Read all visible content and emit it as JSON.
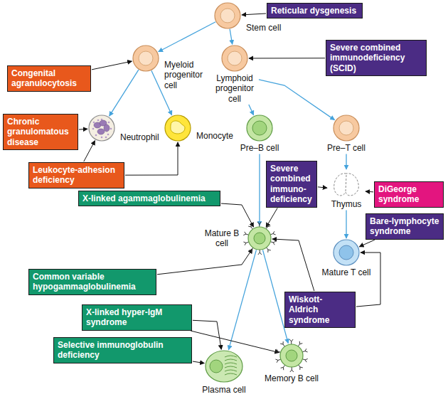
{
  "diagram": {
    "nodes": [
      {
        "text": [
          "Stem cell"
        ]
      },
      {
        "text": [
          "Reticular dysgenesis"
        ]
      },
      {
        "text": [
          "Myeloid progenitor cell"
        ]
      },
      {
        "text": [
          "Lymphoid progenitor cell"
        ]
      },
      {
        "text": [
          "Severe combined immunodeficiency (SCID)"
        ]
      },
      {
        "text": [
          "Congenital agranulocytosis"
        ]
      },
      {
        "text": [
          "Chronic granulomatous disease"
        ]
      },
      {
        "text": [
          "Neutrophil"
        ]
      },
      {
        "text": [
          "Monocyte"
        ]
      },
      {
        "text": [
          "Pre–B cell"
        ]
      },
      {
        "text": [
          "Pre–T cell"
        ]
      },
      {
        "text": [
          "Leukocyte-adhesion deficiency"
        ]
      },
      {
        "text": [
          "X-linked agammaglobulinemia"
        ]
      },
      {
        "text": [
          "Severe combined immuno-deficiency"
        ]
      },
      {
        "text": [
          "DiGeorge syndrome"
        ]
      },
      {
        "text": [
          "Thymus"
        ]
      },
      {
        "text": [
          "Bare-lymphocyte syndrome"
        ]
      },
      {
        "text": [
          "Mature B cell"
        ]
      },
      {
        "text": [
          "Mature T cell"
        ]
      },
      {
        "text": [
          "Common variable hypogammaglobulinemia"
        ]
      },
      {
        "text": [
          "Wiskott-Aldrich syndrome"
        ]
      },
      {
        "text": [
          "X-linked hyper-IgM syndrome"
        ]
      },
      {
        "text": [
          "Selective immunoglobulin deficiency"
        ]
      },
      {
        "text": [
          "Plasma cell"
        ]
      },
      {
        "text": [
          "Memory B cell"
        ]
      }
    ],
    "edges": [
      {
        "from": 1,
        "to": 0,
        "arrow": "to"
      },
      {
        "from": 0,
        "to": 2,
        "arrow": "to"
      },
      {
        "from": 0,
        "to": 3,
        "arrow": "to"
      },
      {
        "from": 4,
        "to": 3,
        "arrow": "to"
      },
      {
        "from": 5,
        "to": 2,
        "arrow": "to"
      },
      {
        "from": 2,
        "to": 7,
        "arrow": "to"
      },
      {
        "from": 2,
        "to": 8,
        "arrow": "to"
      },
      {
        "from": 3,
        "to": 9,
        "arrow": "to"
      },
      {
        "from": 3,
        "to": 10,
        "arrow": "to"
      },
      {
        "from": 6,
        "to": 7,
        "arrow": "to"
      },
      {
        "from": 11,
        "to": 7,
        "arrow": "to"
      },
      {
        "from": 11,
        "to": 8,
        "arrow": "to"
      },
      {
        "from": 12,
        "to": 17,
        "arrow": "to"
      },
      {
        "from": 13,
        "to": 17,
        "arrow": "to"
      },
      {
        "from": 13,
        "to": 15,
        "arrow": "to"
      },
      {
        "from": 9,
        "to": 17,
        "arrow": "to"
      },
      {
        "from": 10,
        "to": 15,
        "arrow": "to"
      },
      {
        "from": 14,
        "to": 15,
        "arrow": "to"
      },
      {
        "from": 15,
        "to": 18,
        "arrow": "to"
      },
      {
        "from": 16,
        "to": 18,
        "arrow": "to"
      },
      {
        "from": 19,
        "to": 17,
        "arrow": "to"
      },
      {
        "from": 20,
        "to": 17,
        "arrow": "to"
      },
      {
        "from": 20,
        "to": 18,
        "arrow": "to"
      },
      {
        "from": 17,
        "to": 23,
        "arrow": "to"
      },
      {
        "from": 17,
        "to": 24,
        "arrow": "to"
      },
      {
        "from": 21,
        "to": 23,
        "arrow": "to"
      },
      {
        "from": 21,
        "to": 24,
        "arrow": "to"
      },
      {
        "from": 22,
        "to": 23,
        "arrow": "to"
      }
    ]
  }
}
